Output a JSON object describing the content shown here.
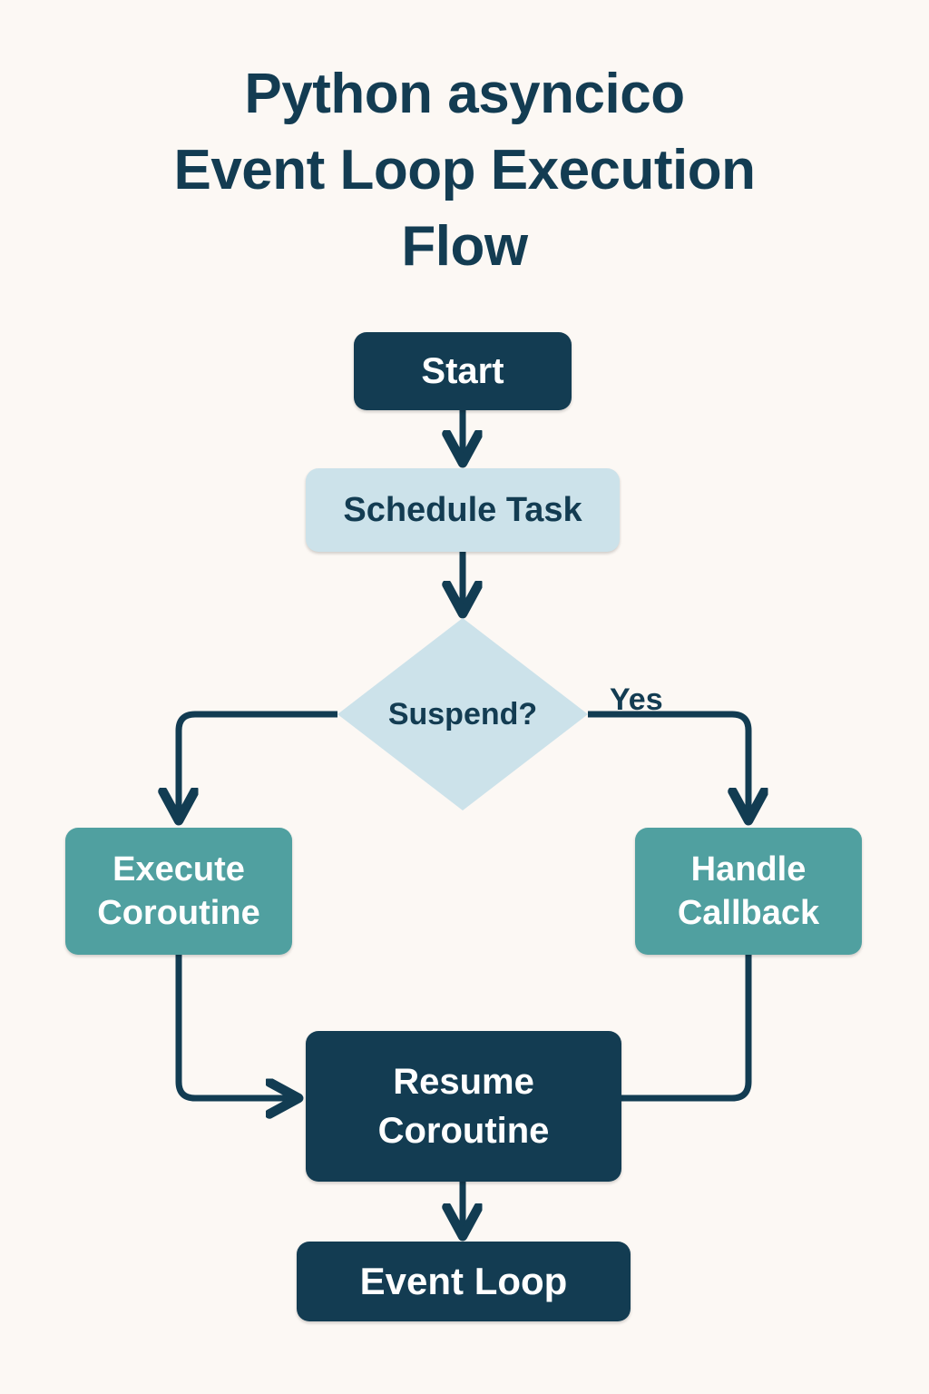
{
  "page": {
    "background_color": "#FCF8F4",
    "title": {
      "lines": [
        "Python asyncico",
        "Event Loop Execution",
        "Flow"
      ],
      "color": "#133C52"
    }
  },
  "palette": {
    "dark_navy": "#133C52",
    "light_blue": "#CCE2EA",
    "teal": "#50A0A0",
    "white": "#FFFFFF",
    "connector": "#123C52"
  },
  "flowchart": {
    "type": "flowchart",
    "nodes": [
      {
        "id": "start",
        "label": "Start",
        "shape": "rounded-rect",
        "fill": "#133C52",
        "text_color": "#FFFFFF"
      },
      {
        "id": "schedule",
        "label": "Schedule Task",
        "shape": "rounded-rect",
        "fill": "#CCE2EA",
        "text_color": "#133C52"
      },
      {
        "id": "decision",
        "label": "Suspend?",
        "shape": "diamond",
        "fill": "#CCE2EA",
        "text_color": "#133C52"
      },
      {
        "id": "execute",
        "label": "Execute Coroutine",
        "shape": "rounded-rect",
        "fill": "#50A0A0",
        "text_color": "#FFFFFF"
      },
      {
        "id": "handle",
        "label": "Handle Callback",
        "shape": "rounded-rect",
        "fill": "#50A0A0",
        "text_color": "#FFFFFF"
      },
      {
        "id": "resume",
        "label": "Resume Coroutine",
        "shape": "rounded-rect",
        "fill": "#133C52",
        "text_color": "#FFFFFF"
      },
      {
        "id": "eventloop",
        "label": "Event Loop",
        "shape": "rounded-rect",
        "fill": "#133C52",
        "text_color": "#FFFFFF"
      }
    ],
    "node_labels": {
      "start": "Start",
      "schedule": "Schedule Task",
      "decision": "Suspend?",
      "execute_line1": "Execute",
      "execute_line2": "Coroutine",
      "handle_line1": "Handle",
      "handle_line2": "Callback",
      "resume_line1": "Resume",
      "resume_line2": "Coroutine",
      "eventloop": "Event Loop"
    },
    "edges": [
      {
        "from": "start",
        "to": "schedule",
        "label": "",
        "arrow": true
      },
      {
        "from": "schedule",
        "to": "decision",
        "label": "",
        "arrow": true
      },
      {
        "from": "decision",
        "to": "execute",
        "label": "",
        "arrow": true
      },
      {
        "from": "decision",
        "to": "handle",
        "label": "Yes",
        "arrow": true
      },
      {
        "from": "execute",
        "to": "resume",
        "label": "",
        "arrow": true
      },
      {
        "from": "handle",
        "to": "resume",
        "label": "",
        "arrow": false
      },
      {
        "from": "resume",
        "to": "eventloop",
        "label": "",
        "arrow": true
      }
    ],
    "edge_labels": {
      "yes": "Yes"
    }
  }
}
